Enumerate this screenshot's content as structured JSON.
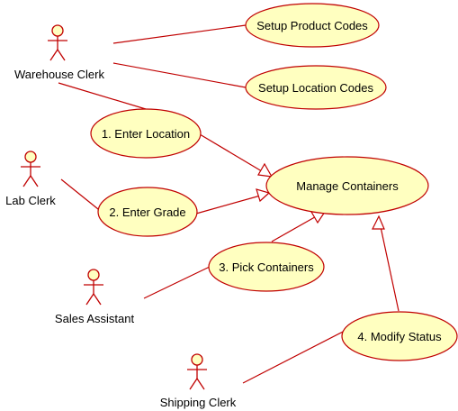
{
  "diagram": {
    "actors": {
      "warehouse_clerk": "Warehouse Clerk",
      "lab_clerk": "Lab Clerk",
      "sales_assistant": "Sales Assistant",
      "shipping_clerk": "Shipping Clerk"
    },
    "use_cases": {
      "setup_product_codes": "Setup Product Codes",
      "setup_location_codes": "Setup Location Codes",
      "enter_location": "1. Enter Location",
      "enter_grade": "2. Enter Grade",
      "pick_containers": "3. Pick Containers",
      "modify_status": "4. Modify Status",
      "manage_containers": "Manage Containers"
    }
  }
}
